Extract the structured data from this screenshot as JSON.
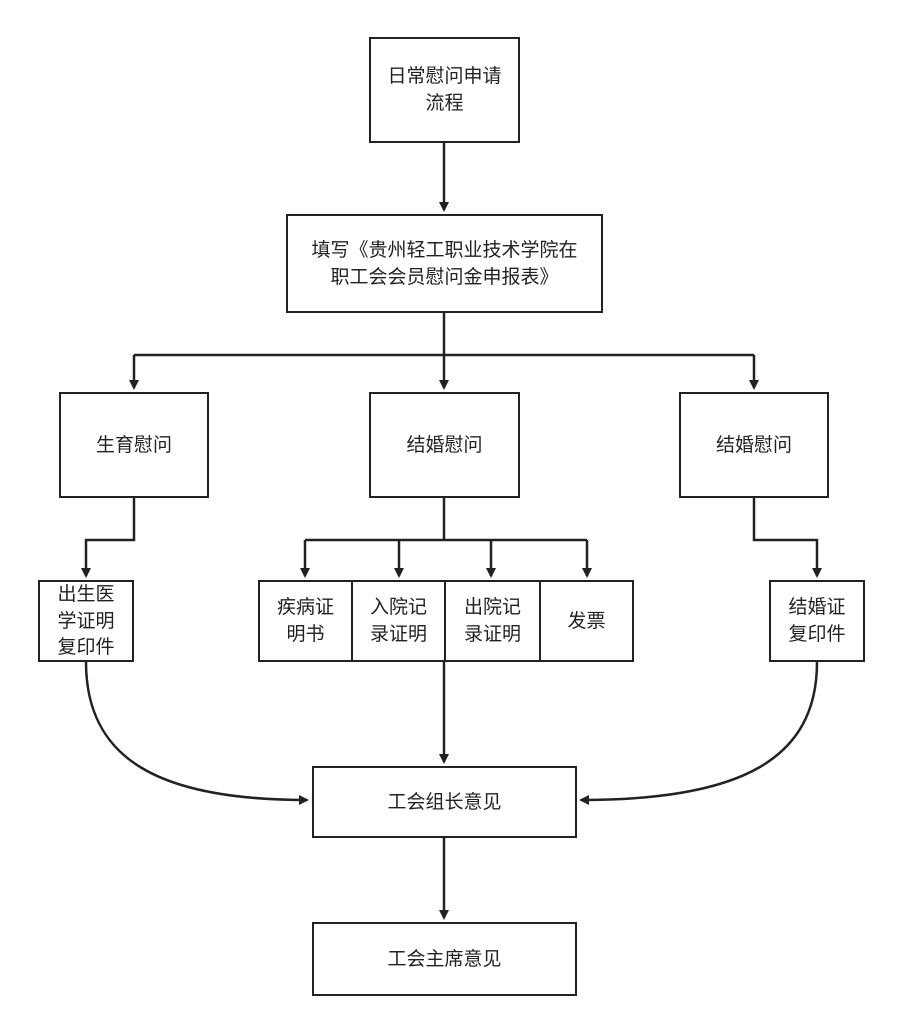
{
  "nodes": {
    "start": "日常慰问申请\n流程",
    "fill_form": "填写《贵州轻工职业技术学院在\n职工会会员慰问金申报表》",
    "birth": "生育慰问",
    "marriage_mid": "结婚慰问",
    "marriage_right": "结婚慰问",
    "birth_cert": "出生医\n学证明\n复印件",
    "diagnosis": "疾病证\n明书",
    "admission": "入院记\n录证明",
    "discharge": "出院记\n录证明",
    "invoice": "发票",
    "marriage_cert": "结婚证\n复印件",
    "group_leader": "工会组长意见",
    "chairman": "工会主席意见"
  },
  "colors": {
    "stroke": "#222222",
    "background": "#ffffff"
  }
}
